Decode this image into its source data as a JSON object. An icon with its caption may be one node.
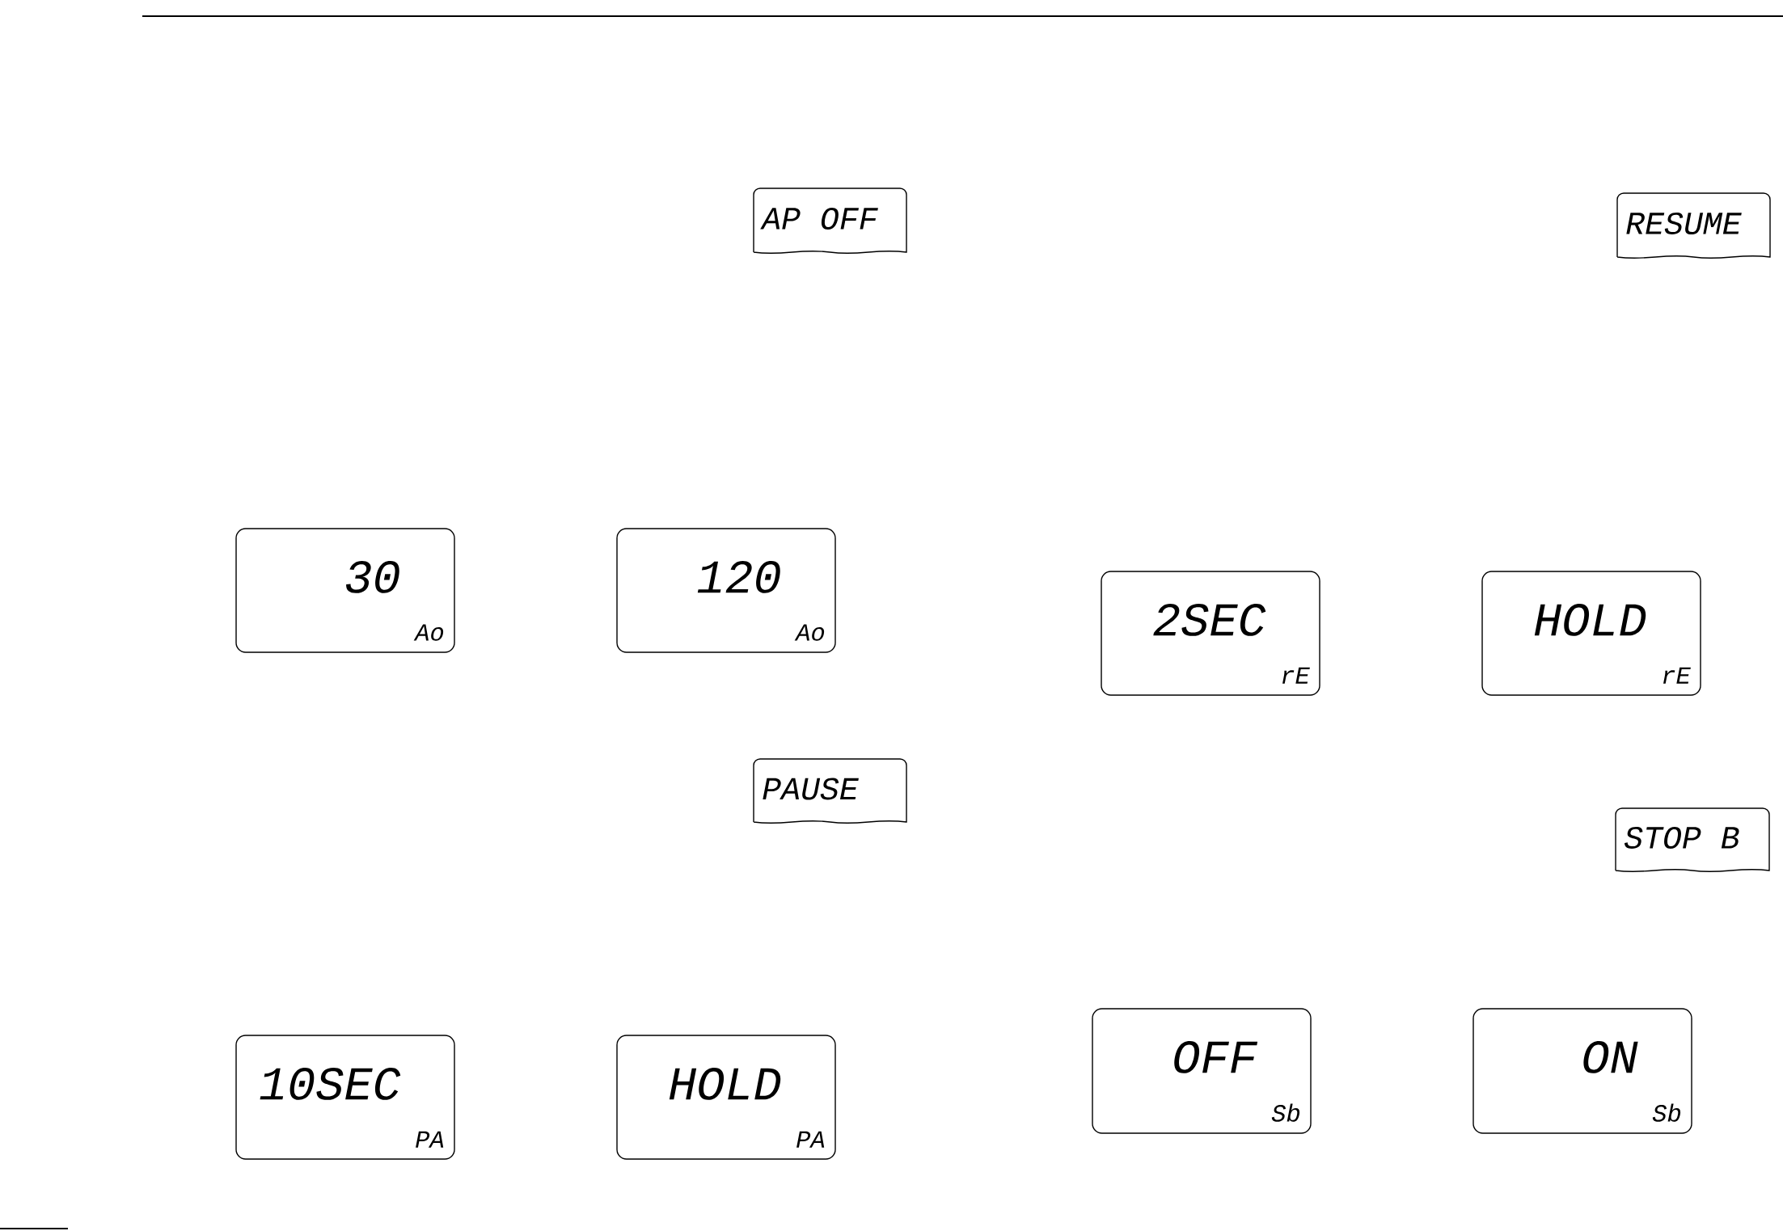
{
  "diagram": {
    "nodes": [
      {
        "text": [
          "AP OFF"
        ]
      },
      {
        "text": [
          "RESUME"
        ]
      },
      {
        "text": [
          "30",
          "Ao"
        ]
      },
      {
        "text": [
          "120",
          "Ao"
        ]
      },
      {
        "text": [
          "2SEC",
          "rE"
        ]
      },
      {
        "text": [
          "HOLD",
          "rE"
        ]
      },
      {
        "text": [
          "PAUSE"
        ]
      },
      {
        "text": [
          "STOP B"
        ]
      },
      {
        "text": [
          "10SEC",
          "PA"
        ]
      },
      {
        "text": [
          "HOLD",
          "PA"
        ]
      },
      {
        "text": [
          "OFF",
          "Sb"
        ]
      },
      {
        "text": [
          "ON",
          "Sb"
        ]
      }
    ]
  }
}
